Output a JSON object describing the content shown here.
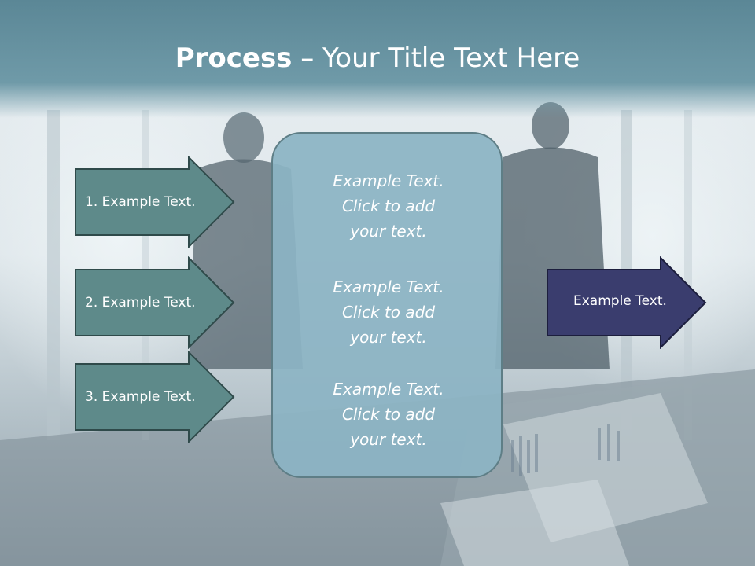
{
  "slide": {
    "title_bold": "Process",
    "title_rest": " – Your Title Text Here"
  },
  "left_arrows": [
    {
      "label": "1. Example Text."
    },
    {
      "label": "2. Example Text."
    },
    {
      "label": "3. Example Text."
    }
  ],
  "center_box": {
    "paragraphs": [
      {
        "lines": [
          "Example Text.",
          "Click  to add",
          "your text."
        ]
      },
      {
        "lines": [
          "Example Text.",
          "Click  to add",
          "your text."
        ]
      },
      {
        "lines": [
          "Example Text.",
          "Click  to add",
          "your text."
        ]
      }
    ]
  },
  "right_arrow": {
    "label": "Example Text."
  },
  "colors": {
    "title_band": "#6f9aa8",
    "left_arrow_fill": "#5e8a8a",
    "right_arrow_fill": "#3a3d6e",
    "center_box_fill": "#8cb4c4"
  }
}
